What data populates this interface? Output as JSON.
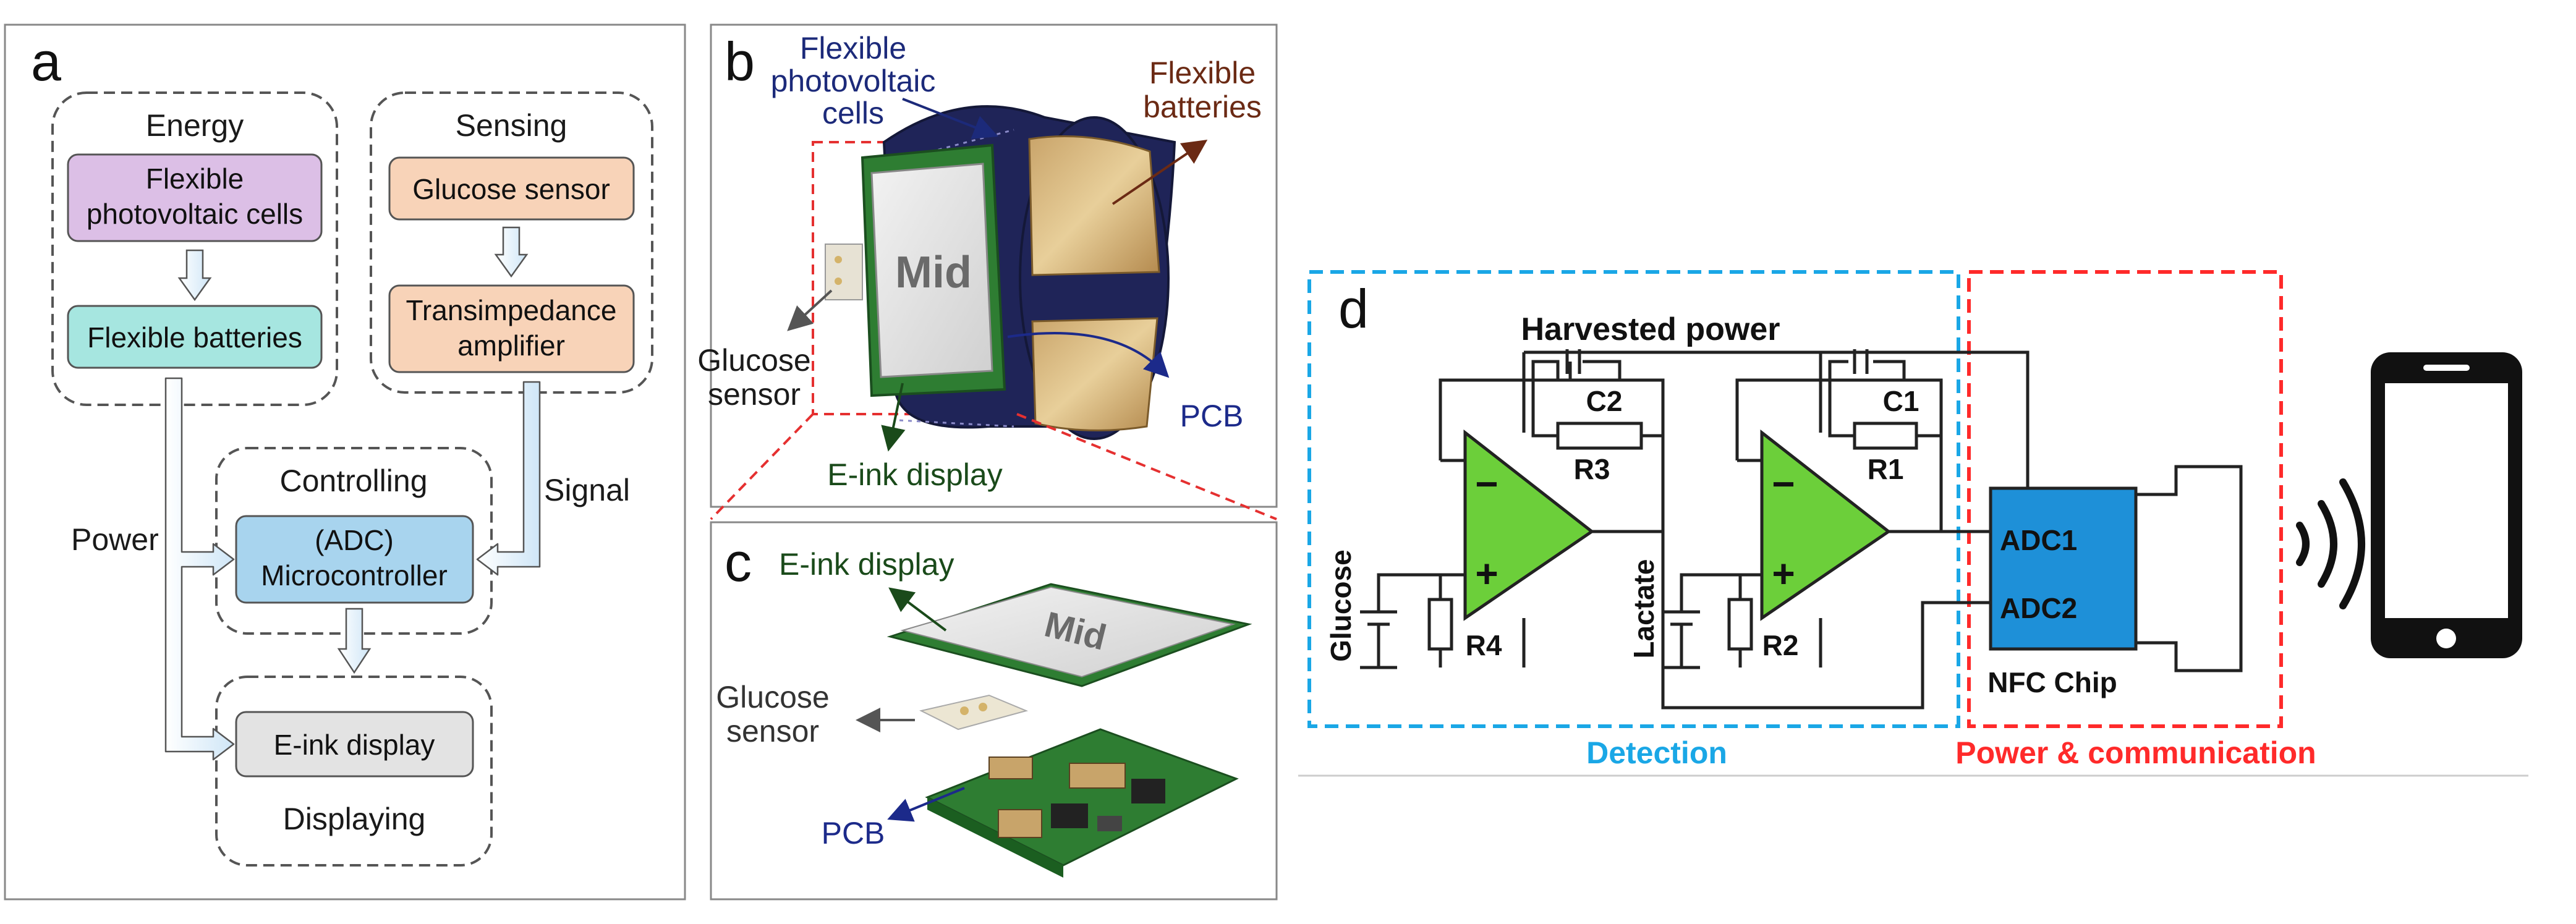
{
  "colors": {
    "energy_box_top": "#dcbfe6",
    "energy_box_bottom": "#a6e6e0",
    "sensing_box": "#f8d3b8",
    "controller_box": "#a8d4ee",
    "display_box": "#e3e3e3",
    "opamp": "#6ccf3a",
    "nfc_chip": "#1e90d8",
    "detection": "#1aa7e6",
    "power_comm": "#ff2a2a",
    "photovoltaic_text": "#1c2a7a",
    "battery_text": "#6b2a14",
    "pcb_text": "#1c2a8a",
    "eink_text": "#1a4a1a"
  },
  "panel_a": {
    "letter": "a",
    "energy": {
      "title": "Energy",
      "box1": [
        "Flexible",
        "photovoltaic cells"
      ],
      "box2": "Flexible batteries"
    },
    "sensing": {
      "title": "Sensing",
      "box1": "Glucose sensor",
      "box2": [
        "Transimpedance",
        "amplifier"
      ]
    },
    "controlling": {
      "title": "Controlling",
      "box": [
        "(ADC)",
        "Microcontroller"
      ]
    },
    "displaying": {
      "title": "Displaying",
      "box": "E-ink display"
    },
    "power_label": "Power",
    "signal_label": "Signal"
  },
  "panel_b": {
    "letter": "b",
    "photovoltaic_label": [
      "Flexible",
      "photovoltaic",
      "cells"
    ],
    "batteries_label": [
      "Flexible",
      "batteries"
    ],
    "device_text": "Mid",
    "glucose_label": [
      "Glucose",
      "sensor"
    ],
    "pcb_label": "PCB",
    "eink_label": "E-ink display"
  },
  "panel_c": {
    "letter": "c",
    "eink_label": "E-ink display",
    "device_text": "Mid",
    "glucose_label": [
      "Glucose",
      "sensor"
    ],
    "pcb_label": "PCB"
  },
  "panel_d": {
    "letter": "d",
    "harvested_power": "Harvested power",
    "c2": "C2",
    "r3": "R3",
    "c1": "C1",
    "r1": "R1",
    "r4": "R4",
    "r2": "R2",
    "glucose": "Glucose",
    "lactate": "Lactate",
    "adc1": "ADC1",
    "adc2": "ADC2",
    "nfc_chip": "NFC Chip",
    "detection": "Detection",
    "power_comm": "Power & communication",
    "minus": "−",
    "plus": "+"
  }
}
